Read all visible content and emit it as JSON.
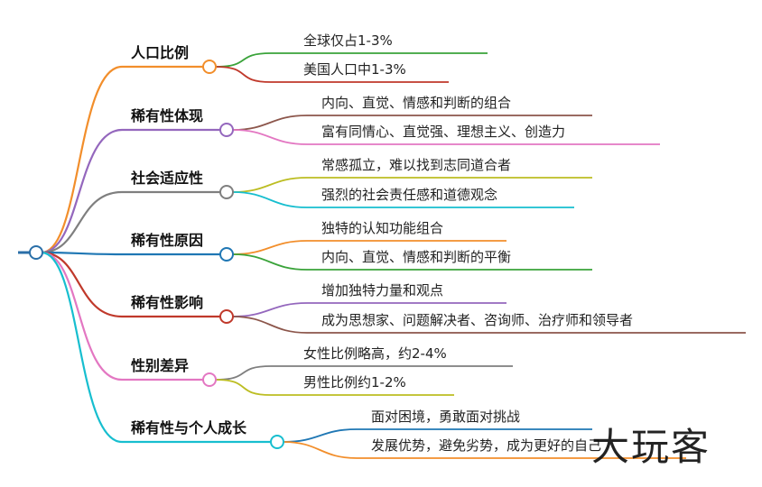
{
  "root": {
    "color": "#2a6fa8"
  },
  "topics": [
    {
      "label": "人口比例",
      "color": "#f28e2b",
      "children": [
        {
          "label": "全球仅占1-3%",
          "color": "#3aa33a"
        },
        {
          "label": "美国人口中1-3%",
          "color": "#c0392b"
        }
      ]
    },
    {
      "label": "稀有性体现",
      "color": "#9467bd",
      "children": [
        {
          "label": "内向、直觉、情感和判断的组合",
          "color": "#8c564b"
        },
        {
          "label": "富有同情心、直觉强、理想主义、创造力",
          "color": "#e377c2"
        }
      ]
    },
    {
      "label": "社会适应性",
      "color": "#7f7f7f",
      "children": [
        {
          "label": "常感孤立，难以找到志同道合者",
          "color": "#bcbd22"
        },
        {
          "label": "强烈的社会责任感和道德观念",
          "color": "#17becf"
        }
      ]
    },
    {
      "label": "稀有性原因",
      "color": "#1f77b4",
      "children": [
        {
          "label": "独特的认知功能组合",
          "color": "#f28e2b"
        },
        {
          "label": "内向、直觉、情感和判断的平衡",
          "color": "#3aa33a"
        }
      ]
    },
    {
      "label": "稀有性影响",
      "color": "#c0392b",
      "children": [
        {
          "label": "增加独特力量和观点",
          "color": "#9467bd"
        },
        {
          "label": "成为思想家、问题解决者、咨询师、治疗师和领导者",
          "color": "#8c564b"
        }
      ]
    },
    {
      "label": "性别差异",
      "color": "#e377c2",
      "children": [
        {
          "label": "女性比例略高，约2-4%",
          "color": "#7f7f7f"
        },
        {
          "label": "男性比例约1-2%",
          "color": "#bcbd22"
        }
      ]
    },
    {
      "label": "稀有性与个人成长",
      "color": "#17becf",
      "children": [
        {
          "label": "面对困境，勇敢面对挑战",
          "color": "#1f77b4"
        },
        {
          "label": "发展优势，避免劣势，成为更好的自己",
          "color": "#f28e2b"
        }
      ]
    }
  ],
  "watermark": "大玩客"
}
